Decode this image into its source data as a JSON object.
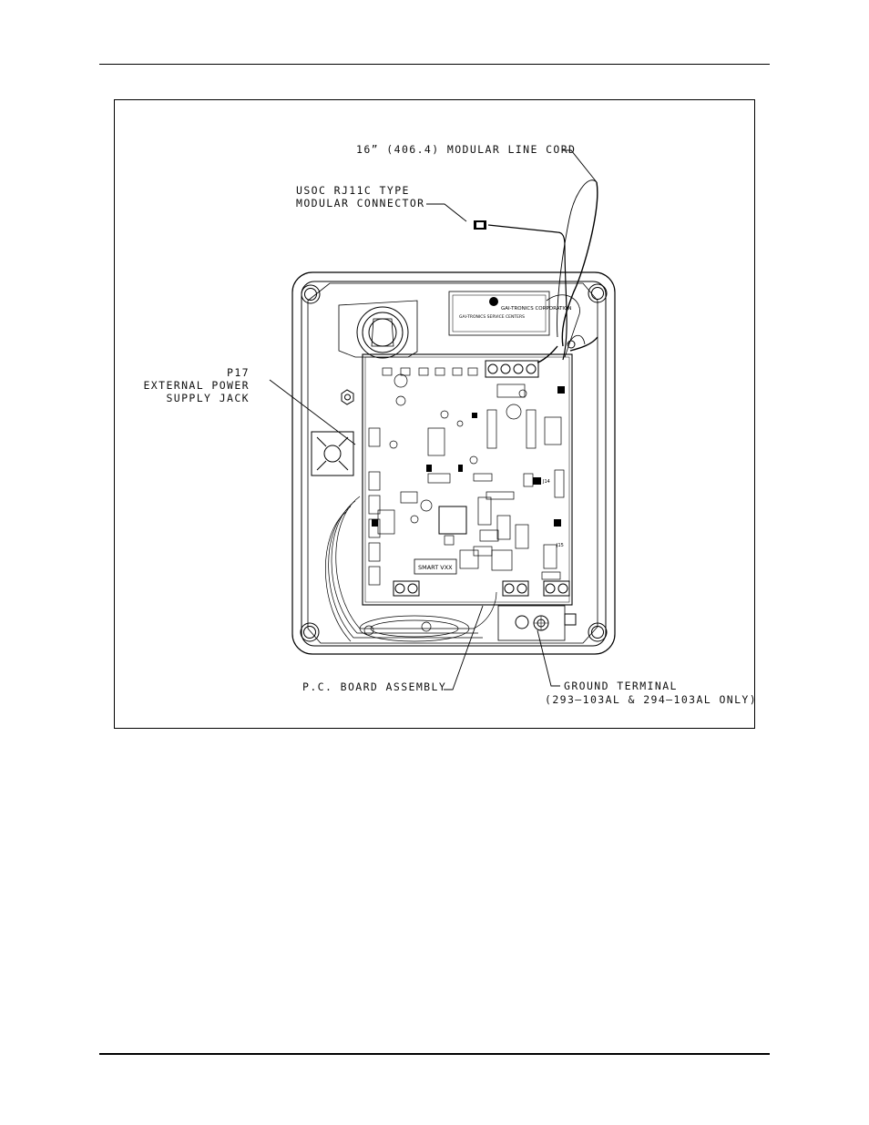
{
  "labels": {
    "line_cord": "16” (406.4) MODULAR LINE CORD",
    "connector_line1": "USOC RJ11C TYPE",
    "connector_line2": "MODULAR CONNECTOR",
    "p17_line1": "P17",
    "p17_line2": "EXTERNAL POWER",
    "p17_line3": "SUPPLY JACK",
    "pcb": "P.C. BOARD ASSEMBLY",
    "ground_line1": "GROUND TERMINAL",
    "ground_line2": "(293–103AL & 294–103AL ONLY)"
  },
  "board_text": {
    "company": "GAI-TRONICS CORPORATION",
    "company_sub": "GAI-TRONICS SERVICE CENTERS",
    "model": "SMART VXX",
    "j14": "J14",
    "j15": "J15"
  },
  "icons": [
    "gai-tronics-logo-icon",
    "ground-terminal-icon",
    "rj11-connector-icon"
  ]
}
